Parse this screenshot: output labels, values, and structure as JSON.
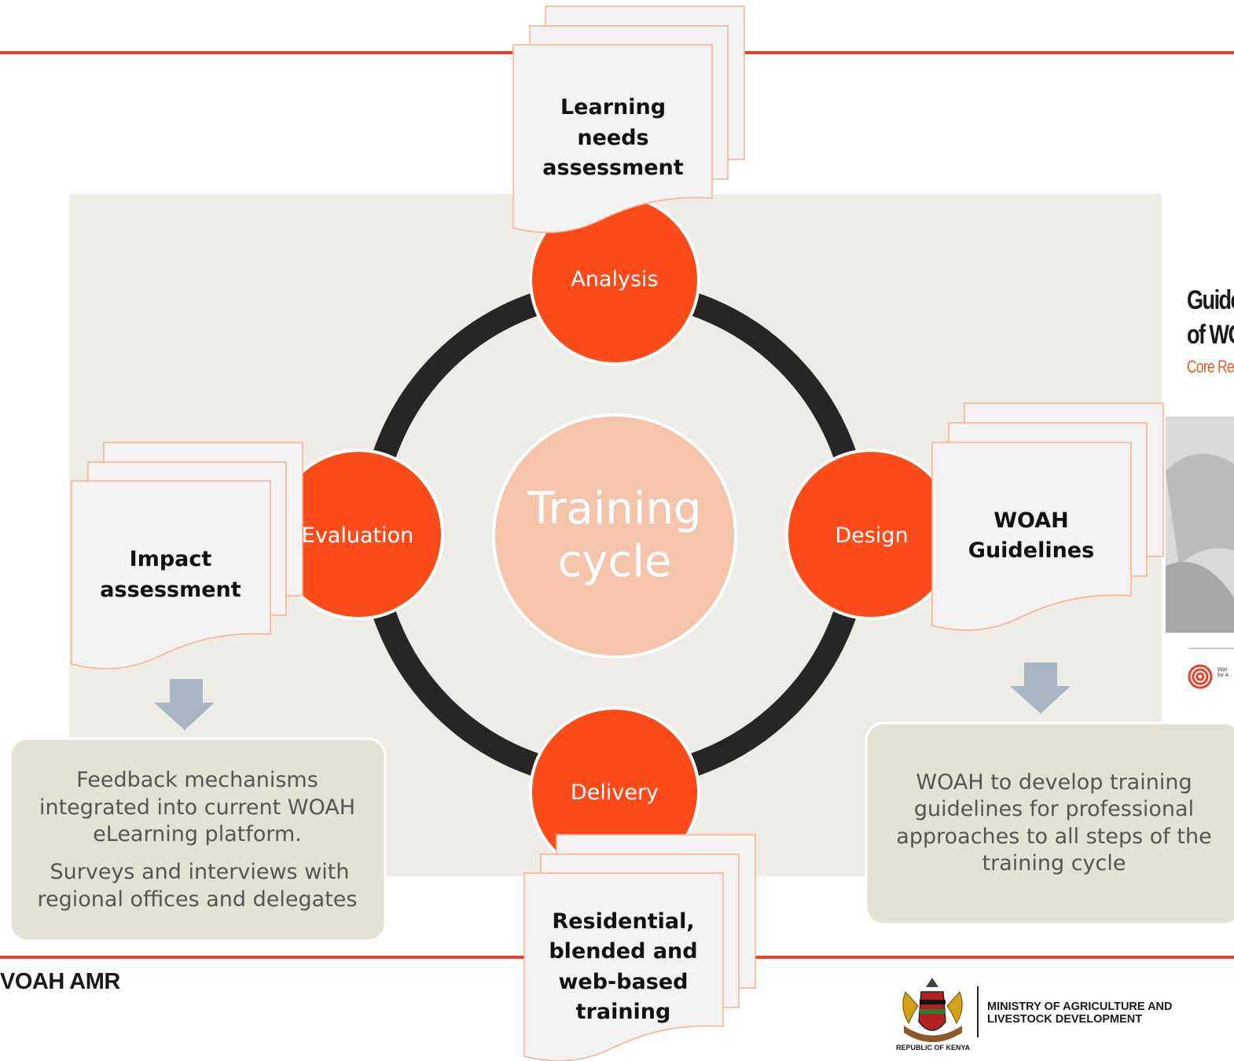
{
  "center": {
    "line1": "Training",
    "line2": "cycle"
  },
  "stages": {
    "analysis": "Analysis",
    "design": "Design",
    "delivery": "Delivery",
    "evaluation": "Evaluation"
  },
  "documents": {
    "top": [
      "Learning",
      "needs",
      "assessment"
    ],
    "right": [
      "WOAH",
      "Guidelines"
    ],
    "left": [
      "Impact",
      "assessment"
    ],
    "bottom": [
      "Residential,",
      "blended and",
      "web-based",
      "training"
    ]
  },
  "left_box": {
    "para1": [
      "Feedback mechanisms",
      "integrated into current WOAH",
      "eLearning platform."
    ],
    "para2": [
      "Surveys and interviews with",
      "regional offices and delegates"
    ]
  },
  "right_box": {
    "lines": [
      "WOAH to develop training",
      "guidelines for professional",
      "approaches to all steps of the",
      "training cycle"
    ]
  },
  "footer": {
    "left_text": "VOAH AMR",
    "ministry": [
      "MINISTRY OF AGRICULTURE AND",
      "LIVESTOCK DEVELOPMENT"
    ],
    "emblem_label": "REPUBLIC OF KENYA"
  },
  "cover_partial": {
    "line1": "Guide",
    "line2": "of WO",
    "line3": "Core Req",
    "logo_text": [
      "Wor",
      "for A"
    ]
  },
  "colors": {
    "accent": "#fc4b19",
    "center_fill": "#f4c4ab",
    "panel": "#eeece7",
    "ring": "#262626",
    "arrow": "#a9b5c0",
    "textbox": "#e4e1d5",
    "rule": "#e8412a"
  }
}
